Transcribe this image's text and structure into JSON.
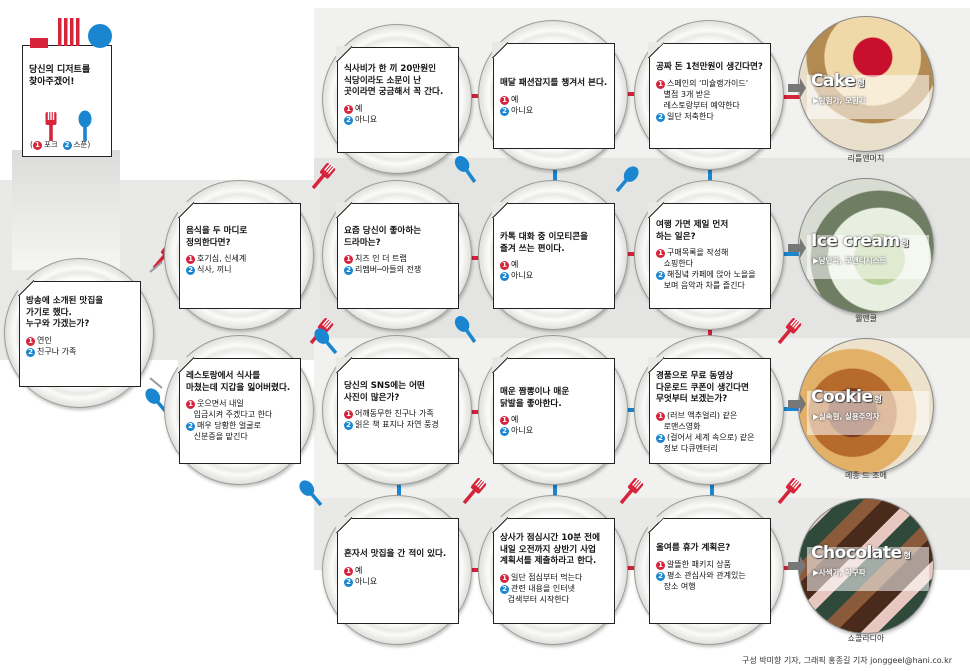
{
  "legend": {
    "title_line1": "당신의 디저트를",
    "title_line2": "찾아주겠어!",
    "fork_label": "포크",
    "spoon_label": "스푼",
    "open": "(",
    "close": ")"
  },
  "questions": {
    "start": {
      "lines": [
        "방송에 소개된 맛집을",
        "가기로 했다.",
        "누구와 가겠는가?"
      ],
      "opt1": "연인",
      "opt2": "친구나 가족"
    },
    "q_words": {
      "lines": [
        "음식을 두 마디로",
        "정의한다면?"
      ],
      "opt1": "호기심, 신세계",
      "opt2": "식사, 끼니"
    },
    "q_wallet": {
      "lines": [
        "레스토랑에서 식사를",
        "마쳤는데 지갑을 잃어버렸다."
      ],
      "opt1a": "웃으면서 내일",
      "opt1b": "입금시켜 주겠다고 한다",
      "opt2a": "매우 당황한 얼굴로",
      "opt2b": "신분증을 맡긴다"
    },
    "q_20man": {
      "lines": [
        "식사비가 한 끼 20만원인",
        "식당이라도 소문이 난",
        "곳이라면 궁금해서 꼭 간다."
      ],
      "opt1": "예",
      "opt2": "아니요"
    },
    "q_drama": {
      "lines": [
        "요즘 당신이 좋아하는",
        "드라마는?"
      ],
      "opt1": "치즈 인 더 트랩",
      "opt2": "리멤버─아들의 전쟁"
    },
    "q_sns": {
      "lines": [
        "당신의 SNS에는 어떤",
        "사진이 많은가?"
      ],
      "opt1": "어깨동무한 친구나 가족",
      "opt2": "읽은 책 표지나 자연 풍경"
    },
    "q_alone": {
      "lines": [
        "혼자서 맛집을 간 적이 있다."
      ],
      "opt1": "예",
      "opt2": "아니요"
    },
    "q_fashion": {
      "lines": [
        "매달 패션잡지를 챙겨서 본다."
      ],
      "opt1": "예",
      "opt2": "아니요"
    },
    "q_emoticon": {
      "lines": [
        "카톡 대화 중 이모티콘을",
        "즐겨 쓰는 편이다."
      ],
      "opt1": "예",
      "opt2": "아니요"
    },
    "q_spicy": {
      "lines": [
        "매운 짬뽕이나 매운",
        "닭발을 좋아한다."
      ],
      "opt1": "예",
      "opt2": "아니요"
    },
    "q_report": {
      "lines": [
        "상사가 점심시간 10분 전에",
        "내일 오전까지 상반기 사업",
        "계획서를 제출하라고 한다."
      ],
      "opt1": "일단 점심부터 먹는다",
      "opt2a": "관련 내용을 인터넷",
      "opt2b": "검색부터 시작한다"
    },
    "q_money": {
      "lines": [
        "공짜 돈 1천만원이 생긴다면?"
      ],
      "opt1a": "스페인의 ‘미슐랭가이드’",
      "opt1b": "별점 3개 받은",
      "opt1c": "레스토랑부터 예약한다",
      "opt2": "일단 저축한다"
    },
    "q_travel": {
      "lines": [
        "여행 가면 제일 먼저",
        "하는 일은?"
      ],
      "opt1a": "구매목록을 작성해",
      "opt1b": "쇼핑한다",
      "opt2a": "해질녘 카페에 앉아 노을을",
      "opt2b": "보며 음악과 차를 즐긴다"
    },
    "q_coupon": {
      "lines": [
        "경품으로 무료 동영상",
        "다운로드 쿠폰이 생긴다면",
        "무엇부터 보겠는가?"
      ],
      "opt1a": "(러브 액추얼리) 같은",
      "opt1b": "로맨스영화",
      "opt2a": "(걸어서 세계 속으로) 같은",
      "opt2b": "정보 다큐멘터리"
    },
    "q_vacation": {
      "lines": [
        "올여름 휴가 계획은?"
      ],
      "opt1": "알뜰한 패키지 상품",
      "opt2a": "평소 관심사와 관계있는",
      "opt2b": "장소 여행"
    }
  },
  "desserts": [
    {
      "name": "Cake",
      "suffix": "형",
      "sub": "▶탐험가, 모험가",
      "caption": "리틀앤머치"
    },
    {
      "name": "Ice cream",
      "suffix": "형",
      "sub": "▶낭만파, 로맨티시스트",
      "caption": "웰앤쿨"
    },
    {
      "name": "Cookie",
      "suffix": "형",
      "sub": "▶실속형, 실용주의자",
      "caption": "메종 드 조에"
    },
    {
      "name": "Chocolate",
      "suffix": "형",
      "sub": "▶사색가, 학구파",
      "caption": "쇼콜라디아"
    }
  ],
  "credit": "구성 박미향 기자, 그래픽 홍종길 기자 jonggeel@hani.co.kr",
  "colors": {
    "fork": "#d6243b",
    "spoon": "#1a86cf"
  }
}
